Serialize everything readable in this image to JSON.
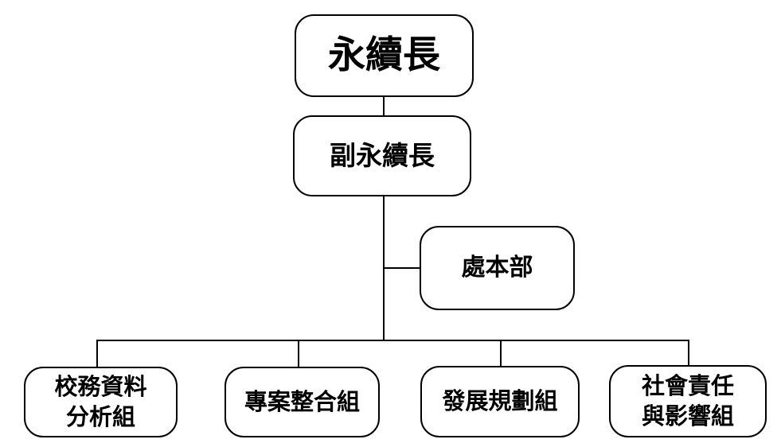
{
  "org_chart": {
    "nodes": {
      "ceo": {
        "label": "永續長"
      },
      "deputy": {
        "label": "副永續長"
      },
      "office": {
        "label": "處本部"
      },
      "dept1": {
        "label": "校務資料\n分析組"
      },
      "dept2": {
        "label": "專案整合組"
      },
      "dept3": {
        "label": "發展規劃組"
      },
      "dept4": {
        "label": "社會責任\n與影響組"
      }
    },
    "hierarchy": {
      "root": "ceo",
      "edges": [
        {
          "from": "ceo",
          "to": "deputy"
        },
        {
          "from": "deputy",
          "to": "office"
        },
        {
          "from": "deputy",
          "to": "dept1"
        },
        {
          "from": "deputy",
          "to": "dept2"
        },
        {
          "from": "deputy",
          "to": "dept3"
        },
        {
          "from": "deputy",
          "to": "dept4"
        }
      ]
    },
    "colors": {
      "box_border": "#000000",
      "box_fill": "#ffffff",
      "text": "#000000",
      "connector_line": "#000000",
      "page_background": "#ffffff"
    }
  }
}
